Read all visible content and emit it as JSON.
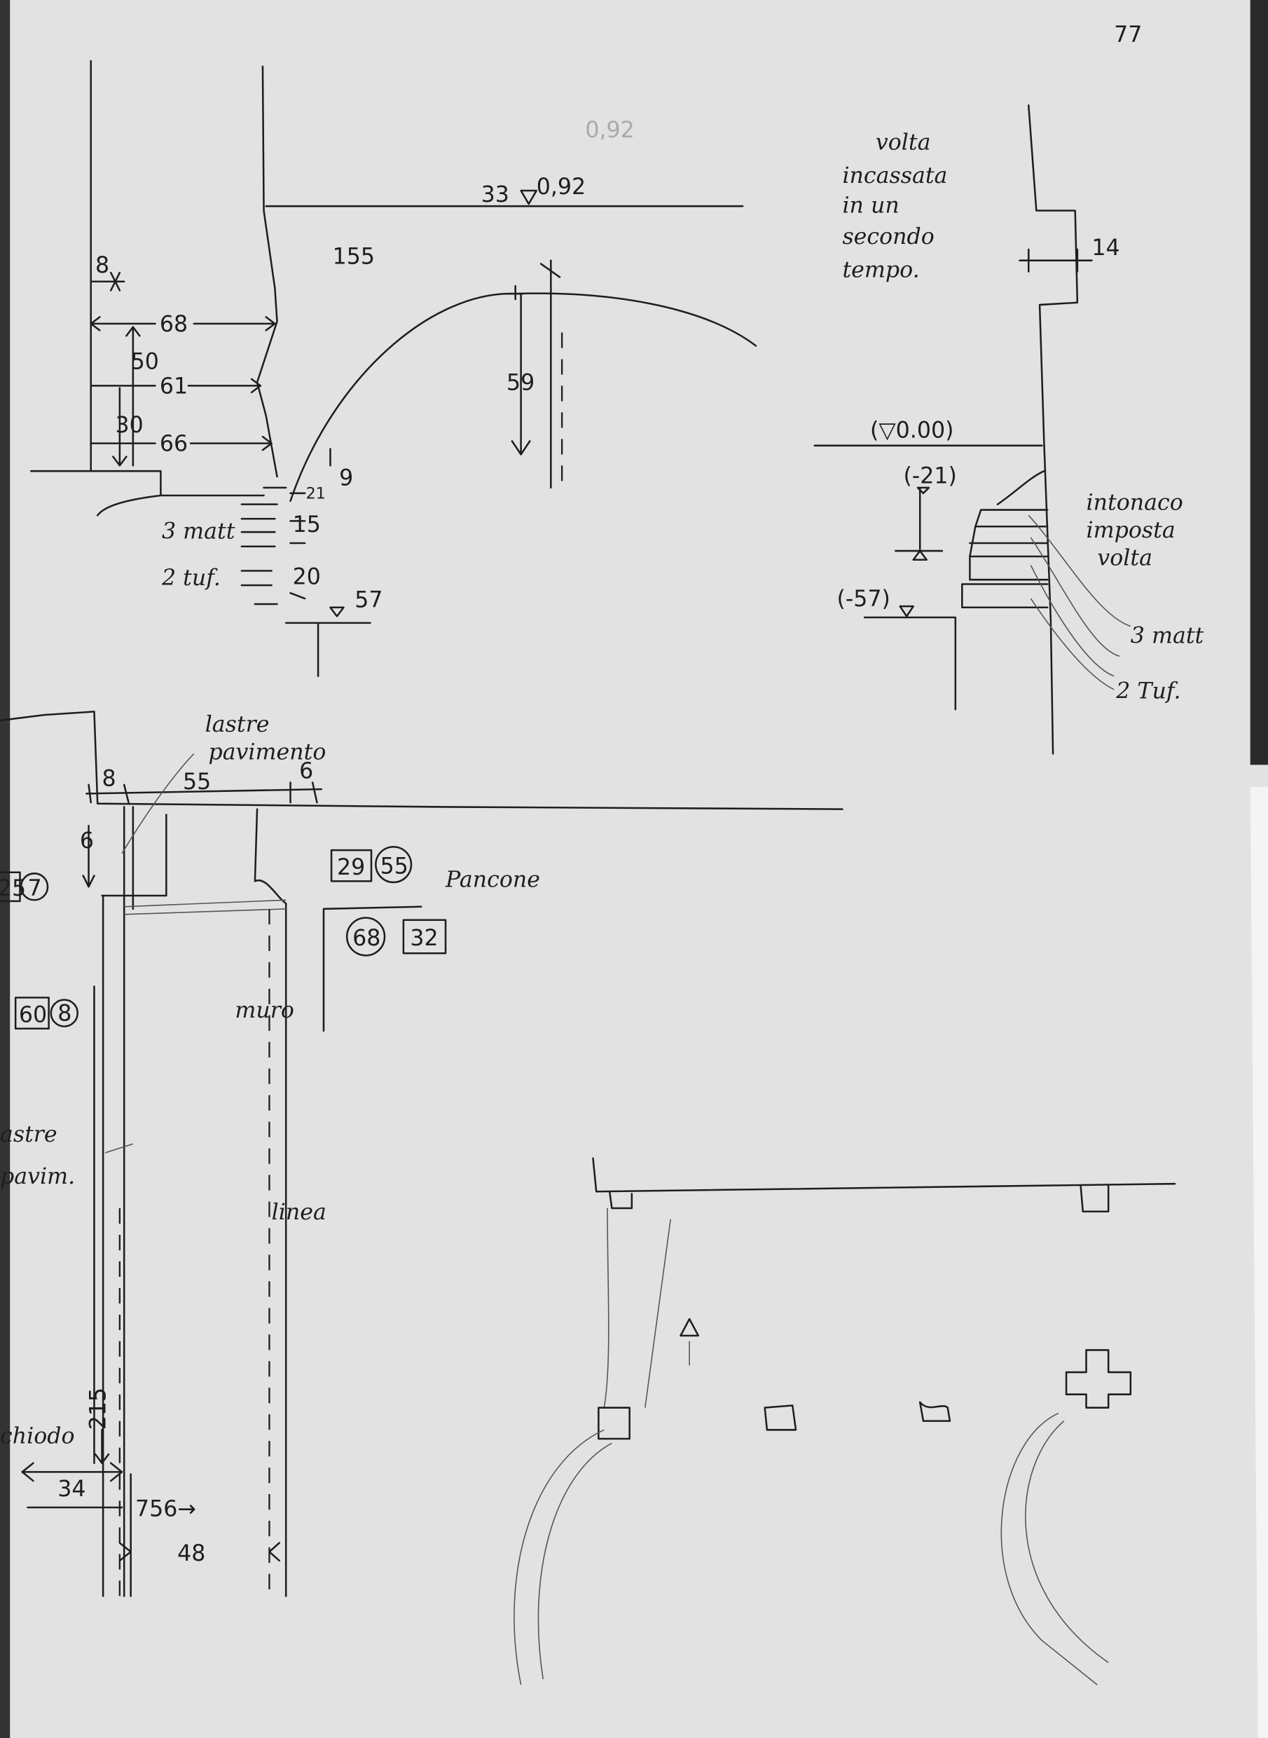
{
  "page_number": "77",
  "top_sketch": {
    "faint_level": "0,92",
    "level_a": "33",
    "level_b": "0,92",
    "dim_155": "155",
    "dim_8": "8",
    "dim_68": "68",
    "dim_50": "50",
    "dim_61": "61",
    "dim_30": "30",
    "dim_66": "66",
    "dim_59": "59",
    "dim_9": "9",
    "dim_21": "21",
    "dim_15": "15",
    "dim_20": "20",
    "dim_57": "57",
    "label_3matt": "3 matt",
    "label_2tuf": "2 tuf."
  },
  "section_sketch": {
    "note_lines": [
      "volta",
      "incassata",
      "in un",
      "secondo",
      "tempo."
    ],
    "dim_14": "14",
    "level_000": "(▽0.00)",
    "level_21": "(-21)",
    "level_57": "(-57)",
    "note_intonaco": [
      "intonaco",
      "imposta",
      "volta"
    ],
    "label_3matt": "3 matt",
    "label_2tuf": "2 Tuf."
  },
  "plan_sketch": {
    "label_lastre": [
      "lastre",
      "pavimento"
    ],
    "dim_8": "8",
    "dim_55": "55",
    "dim_6_top": "6",
    "dim_6_side": "6",
    "tag_25": "25",
    "tag_7": "7",
    "tag_29": "29",
    "tag_55": "55",
    "label_pancone": "Pancone",
    "tag_68": "68",
    "tag_32": "32",
    "tag_60": "60",
    "tag_8": "8",
    "label_muro": "muro",
    "label_lastre_pavim": [
      "astre",
      "pavim."
    ],
    "label_linea": "linea",
    "label_chiodo": "chiodo",
    "dim_215": "215",
    "dim_34": "34",
    "dim_756": "756→",
    "dim_48": "48"
  }
}
